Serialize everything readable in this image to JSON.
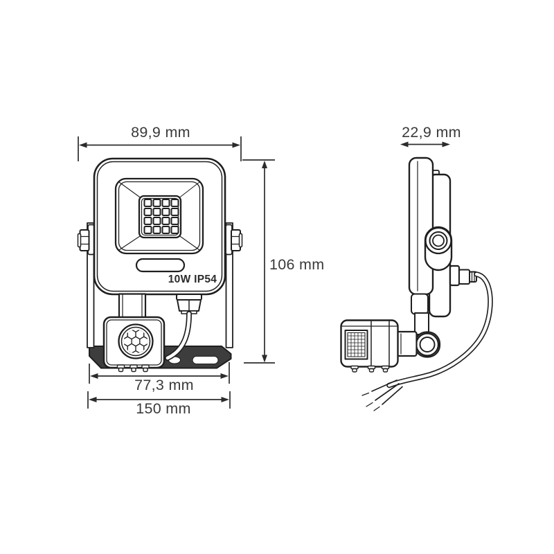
{
  "diagram": {
    "kind": "technical-dimension-drawing",
    "subject": "LED floodlight with PIR motion sensor, front and side views",
    "labels": {
      "front_width": "89,9 mm",
      "side_depth": "22,9 mm",
      "height": "106 mm",
      "mount_width": "77,3 mm",
      "total_length": "150 mm",
      "rating": "10W IP54"
    },
    "colors": {
      "line": "#1f1f1f",
      "text": "#3a3a3a",
      "dark_fill": "#3d3d3d",
      "background": "#ffffff"
    }
  }
}
